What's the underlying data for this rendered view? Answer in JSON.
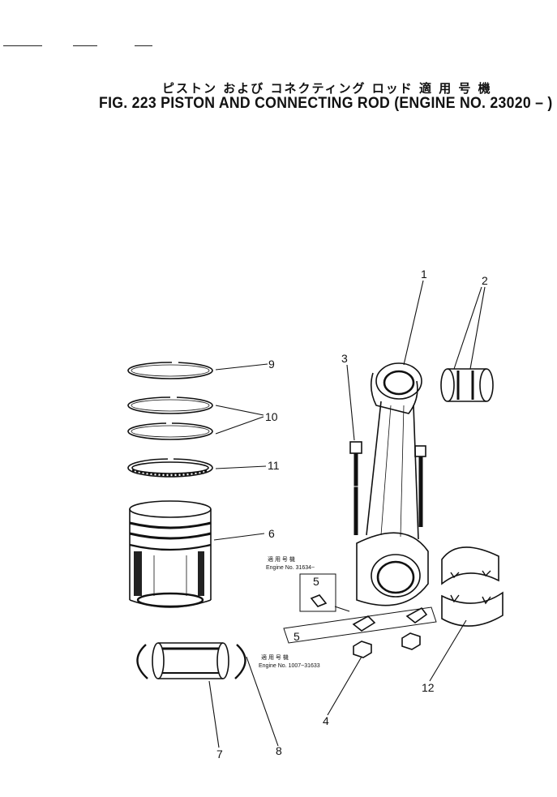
{
  "header": {
    "title_jp": "ピストン および コネクティング ロッド 適 用 号 機",
    "title_en": "FIG. 223  PISTON AND CONNECTING ROD (ENGINE NO. 23020 –  )"
  },
  "callouts": [
    "1",
    "2",
    "3",
    "4",
    "5",
    "6",
    "7",
    "8",
    "9",
    "10",
    "11",
    "12"
  ],
  "notes": {
    "upper_jp": "適 用 号 機",
    "upper_en": "Engine No. 31634~",
    "lower_jp": "適 用 号 機",
    "lower_en": "Engine No. 1007~31633",
    "box_upper_num": "5",
    "box_lower_num": "5"
  }
}
